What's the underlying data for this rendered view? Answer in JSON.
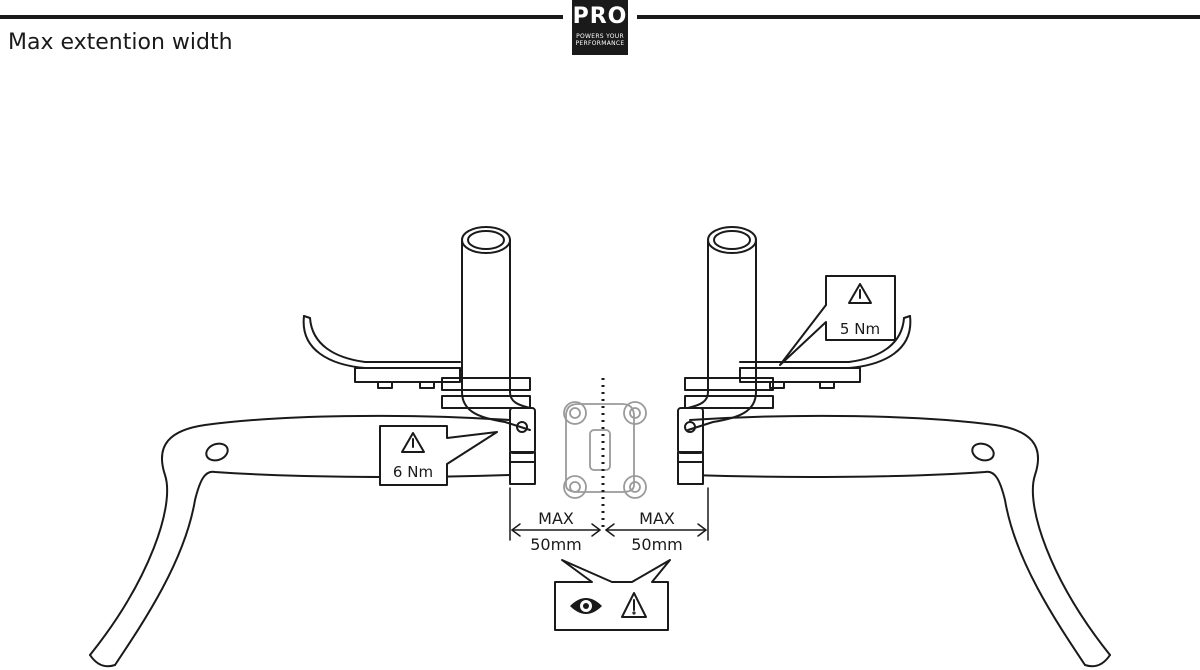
{
  "header": {
    "title": "Max extention width",
    "logo": {
      "mark": "PRO",
      "tagline_line1": "POWERS YOUR",
      "tagline_line2": "PERFORMANCE"
    }
  },
  "callouts": {
    "right_torque": {
      "value": "5 Nm"
    },
    "left_torque": {
      "value": "6 Nm"
    }
  },
  "dimensions": {
    "left": {
      "label": "MAX",
      "value": "50mm"
    },
    "right": {
      "label": "MAX",
      "value": "50mm"
    }
  },
  "inspect_callout": {
    "icons": [
      "eye-icon",
      "warning-icon"
    ]
  },
  "colors": {
    "stroke": "#1a1a1a",
    "stem": "#9a9a9a",
    "background": "#ffffff"
  }
}
